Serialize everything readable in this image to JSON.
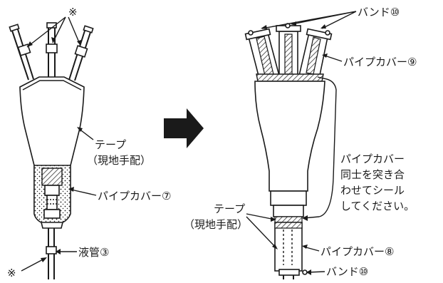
{
  "labels": {
    "asterisk_top": "※",
    "asterisk_bottom": "※",
    "tape_left_1": "テープ",
    "tape_left_2": "（現地手配）",
    "pipe_cover_7": "パイプカバー⑦",
    "liquid_pipe_3": "液管③",
    "band_10_top": "バンド⑩",
    "pipe_cover_9": "パイプカバー⑨",
    "note_1": "パイプカバー",
    "note_2": "同士を突き合",
    "note_3": "わせてシール",
    "note_4": "してください。",
    "tape_right_1": "テープ",
    "tape_right_2": "（現地手配）",
    "pipe_cover_8": "パイプカバー⑧",
    "band_10_bottom": "バンド⑩"
  },
  "colors": {
    "ink": "#1a1a1a",
    "background": "#ffffff"
  },
  "icons": {
    "arrow": "right-arrow-icon"
  }
}
